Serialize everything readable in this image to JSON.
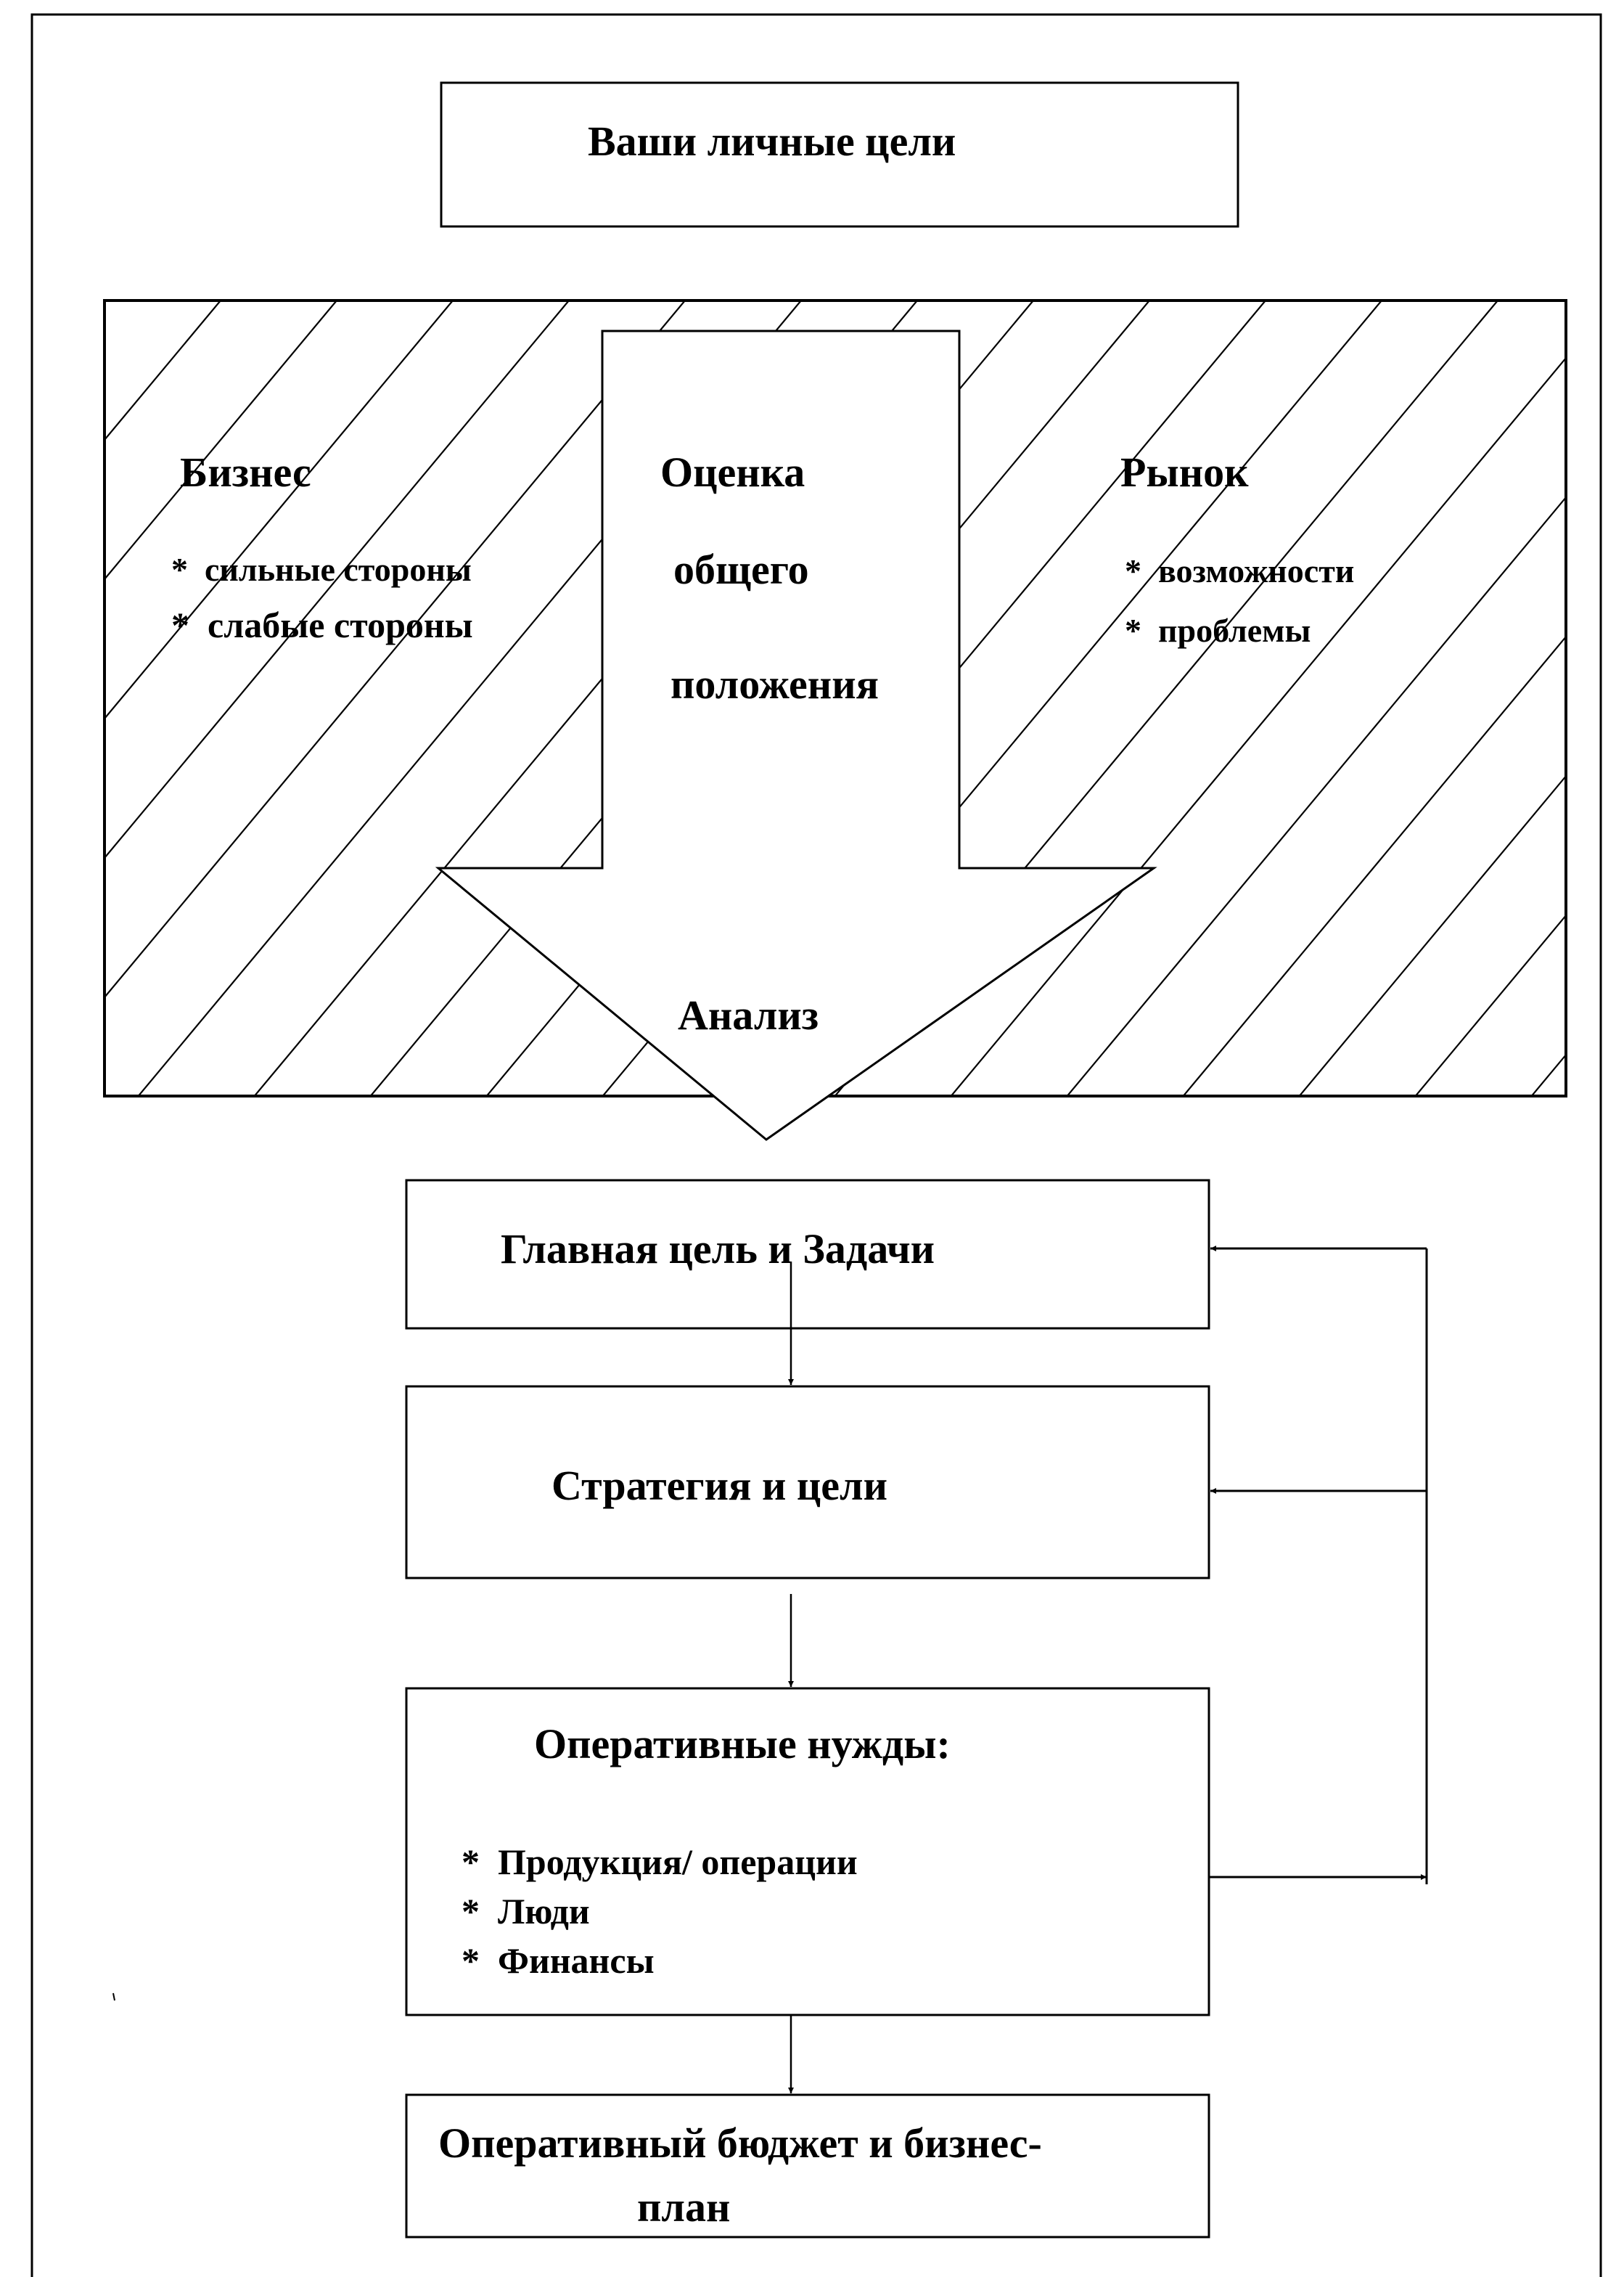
{
  "diagram": {
    "personal_goals": {
      "label": "Ваши личные цели"
    },
    "assessment": {
      "business": {
        "title": "Бизнес",
        "items": [
          "сильные стороны",
          "слабые стороны"
        ]
      },
      "market": {
        "title": "Рынок",
        "items": [
          "возможности",
          "проблемы"
        ]
      },
      "arrow": {
        "lines": [
          "Оценка",
          "общего",
          "положения"
        ],
        "head_label": "Анализ"
      }
    },
    "flow": [
      {
        "id": "main-goal",
        "label": "Главная цель и Задачи"
      },
      {
        "id": "strategy",
        "label": "Стратегия и цели"
      },
      {
        "id": "operational-needs",
        "label": "Оперативные нужды:",
        "items": [
          "Продукция/ операции",
          "Люди",
          "Финансы"
        ]
      },
      {
        "id": "budget",
        "label_lines": [
          "Оперативный бюджет и бизнес-",
          "план"
        ]
      }
    ],
    "bullet": "*",
    "colors": {
      "line": "#000000",
      "background": "#ffffff"
    }
  }
}
